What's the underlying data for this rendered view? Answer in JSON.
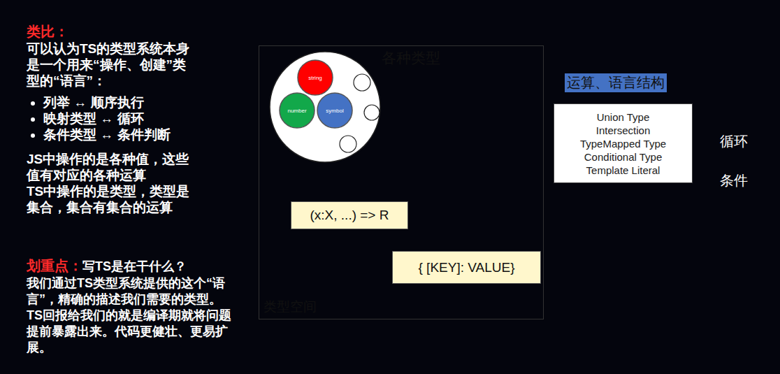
{
  "diagram": {
    "nodes": [
      {
        "text": [
          "类型空间"
        ]
      },
      {
        "text": [
          "各种类型"
        ],
        "in": 0
      },
      {
        "text": [
          "string"
        ],
        "in": 1
      },
      {
        "text": [
          "number"
        ],
        "in": 1
      },
      {
        "text": [
          "symbol"
        ],
        "in": 1
      },
      {
        "text": [
          "Union Type",
          "Intersection",
          "TypeMapped Type",
          "Conditional Type",
          "Template Literal"
        ]
      },
      {
        "text": [
          "(x:X, ...) => R"
        ],
        "in": 0
      },
      {
        "text": [
          "{ [KEY]: VALUE}"
        ],
        "in": 0
      }
    ],
    "edges": [
      {
        "from": 1,
        "to": 5,
        "arrow": "to",
        "label": "运算、语言结构"
      },
      {
        "from": 5,
        "to": 6,
        "arrow": "to"
      },
      {
        "from": 5,
        "to": 7,
        "arrow": "to"
      }
    ],
    "labels": [
      "类比：",
      "可以认为TS的类型系统本身是一个用来“操作、创建”类型的“语言”：",
      "列举 ↔ 顺序执行",
      "映射类型 ↔ 循环",
      "条件类型 ↔ 条件判断",
      "JS中操作的是各种值，这些值有对应的各种运算",
      "TS中操作的是类型，类型是集合，集合有集合的运算",
      "划重点：",
      "写TS是在干什么？",
      "我们通过TS类型系统提供的这个“语言”，精确的描述我们需要的类型。TS回报给我们的就是编译期就将问题提前暴露出来。代码更健壮、更易扩展。",
      "循环",
      "条件"
    ]
  }
}
